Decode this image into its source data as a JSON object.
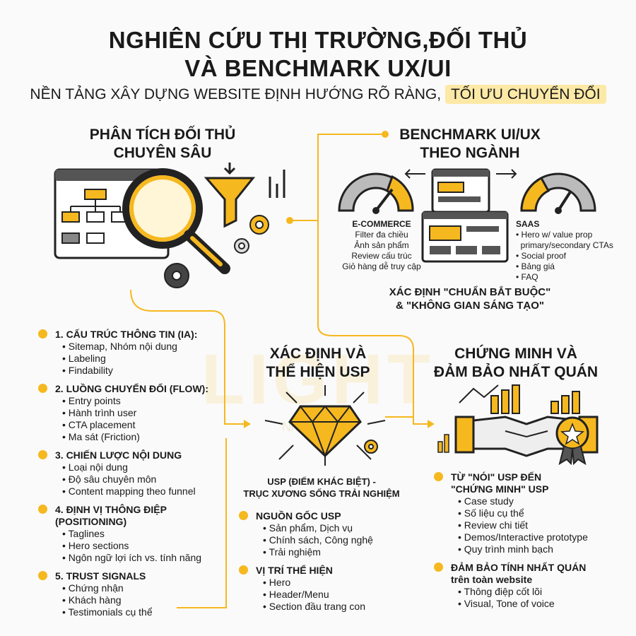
{
  "header": {
    "title_line1": "NGHIÊN CỨU THỊ TRƯỜNG,ĐỐI THỦ",
    "title_line2": "VÀ BENCHMARK UX/UI",
    "subtitle_main": "NỀN TẢNG XÂY DỰNG WEBSITE ĐỊNH HƯỚNG RÕ RÀNG,",
    "subtitle_highlight": "TỐI ƯU CHUYỂN ĐỔI"
  },
  "watermark": {
    "text": "LIGHT",
    "tagline": "Nhanh - Đẹp"
  },
  "colors": {
    "accent": "#f6b81f",
    "dark": "#1a1a1a",
    "highlight_bg": "#fde9a6"
  },
  "competitor": {
    "title_line1": "PHÂN TÍCH ĐỐI THỦ",
    "title_line2": "CHUYÊN SÂU",
    "groups": [
      {
        "head": "1. CẤU TRÚC THÔNG TIN (IA):",
        "items": [
          "Sitemap, Nhóm nội dung",
          "Labeling",
          "Findability"
        ]
      },
      {
        "head": "2. LUỒNG CHUYỂN ĐỔI (FLOW):",
        "items": [
          "Entry points",
          "Hành trình user",
          "CTA placement",
          "Ma sát (Friction)"
        ]
      },
      {
        "head": "3. CHIẾN LƯỢC NỘI DUNG",
        "items": [
          "Loại nội dung",
          "Độ sâu chuyên môn",
          "Content mapping theo funnel"
        ]
      },
      {
        "head": "4. ĐỊNH VỊ THÔNG ĐIỆP",
        "head2": "(POSITIONING)",
        "items": [
          "Taglines",
          "Hero sections",
          "Ngôn ngữ lợi ích vs. tính năng"
        ]
      },
      {
        "head": "5. TRUST SIGNALS",
        "items": [
          "Chứng nhận",
          "Khách hàng",
          "Testimonials cụ thể"
        ]
      }
    ]
  },
  "benchmark": {
    "title_line1": "BENCHMARK UI/UX",
    "title_line2": "THEO NGÀNH",
    "ecommerce": {
      "label": "E-COMMERCE",
      "items": [
        "Filter đa chiều",
        "Ảnh sản phẩm",
        "Review cấu trúc",
        "Giỏ hàng dễ truy cập"
      ]
    },
    "saas": {
      "label": "SAAS",
      "items": [
        "Hero w/ value prop",
        "primary/secondary CTAs",
        "Social proof",
        "Bảng giá",
        "FAQ"
      ]
    },
    "standard_line1": "XÁC ĐỊNH \"CHUẨN BẮT BUỘC\"",
    "standard_line2": "& \"KHÔNG GIAN SÁNG TẠO\""
  },
  "usp": {
    "title_line1": "XÁC ĐỊNH VÀ",
    "title_line2": "THỂ HIỆN USP",
    "caption_line1": "USP (ĐIỂM KHÁC BIỆT) -",
    "caption_line2": "TRỤC XƯƠNG SỐNG TRẢI NGHIỆM",
    "source_head": "NGUỒN GỐC USP",
    "source_items": [
      "Sản phẩm, Dịch vụ",
      "Chính sách, Công nghệ",
      "Trải nghiệm"
    ],
    "position_head": "VỊ TRÍ THỂ HIỆN",
    "position_items": [
      "Hero",
      "Header/Menu",
      "Section đầu trang con"
    ]
  },
  "proof": {
    "title_line1": "CHỨNG MINH VÀ",
    "title_line2": "ĐẢM BẢO NHẤT QUÁN",
    "head1_line1": "TỪ \"NÓI\" USP ĐẾN",
    "head1_line2": "\"CHỨNG MINH\" USP",
    "items1": [
      "Case study",
      "Số liệu cụ thể",
      "Review chi tiết",
      "Demos/Interactive prototype",
      "Quy trình minh bạch"
    ],
    "head2_line1": "ĐẢM BẢO TÍNH NHẤT QUÁN",
    "head2_line2": "trên toàn website",
    "items2": [
      "Thông điệp cốt lõi",
      "Visual, Tone of voice"
    ]
  }
}
